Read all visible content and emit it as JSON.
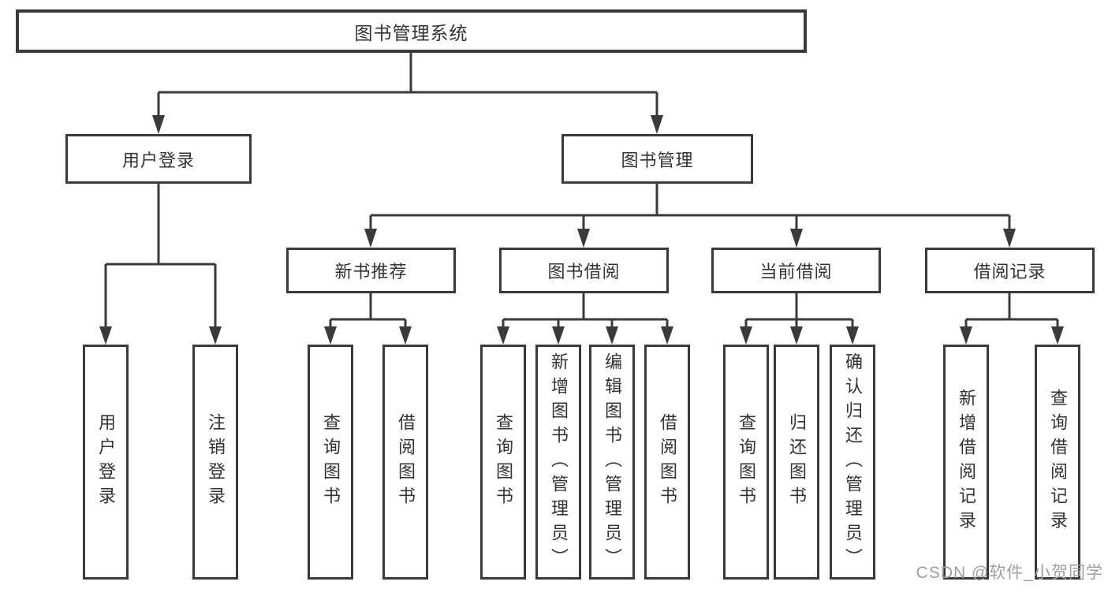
{
  "diagram": {
    "tree": {
      "label": "图书管理系统",
      "children": [
        {
          "label": "用户登录",
          "children": [
            {
              "label": "用户登录"
            },
            {
              "label": "注销登录"
            }
          ]
        },
        {
          "label": "图书管理",
          "children": [
            {
              "label": "新书推荐",
              "children": [
                {
                  "label": "查询图书"
                },
                {
                  "label": "借阅图书"
                }
              ]
            },
            {
              "label": "图书借阅",
              "children": [
                {
                  "label": "查询图书"
                },
                {
                  "label": "新增图书（管理员）"
                },
                {
                  "label": "编辑图书（管理员）"
                },
                {
                  "label": "借阅图书"
                }
              ]
            },
            {
              "label": "当前借阅",
              "children": [
                {
                  "label": "查询图书"
                },
                {
                  "label": "归还图书"
                },
                {
                  "label": "确认归还（管理员）"
                }
              ]
            },
            {
              "label": "借阅记录",
              "children": [
                {
                  "label": "新增借阅记录"
                },
                {
                  "label": "查询借阅记录"
                }
              ]
            }
          ]
        }
      ]
    }
  },
  "watermark": {
    "text": "CSDN @软件_小贺同学"
  },
  "colors": {
    "line": "#3a3a3a",
    "text": "#333333",
    "box_background": "#ffffff",
    "page_background": "#ffffff",
    "watermark": "#9e9e9e"
  }
}
